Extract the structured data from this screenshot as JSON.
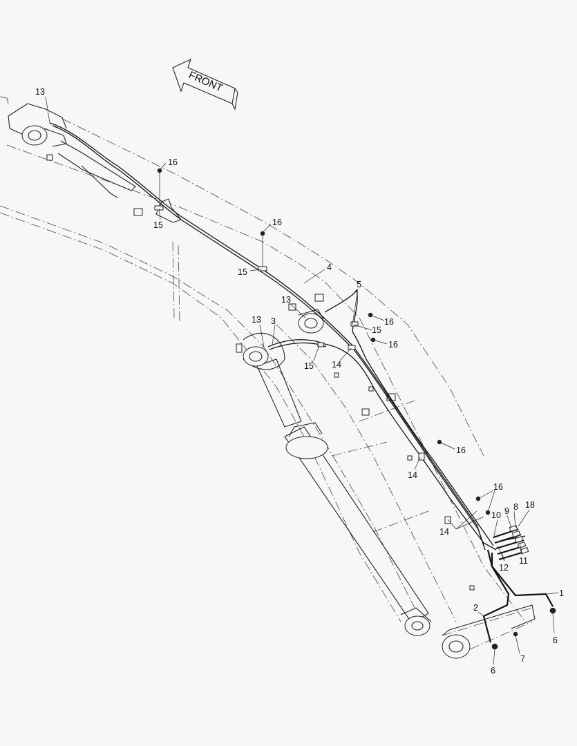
{
  "diagram": {
    "orientation_label": "FRONT",
    "callouts": [
      {
        "id": "c13a",
        "text": "13"
      },
      {
        "id": "c16a",
        "text": "16"
      },
      {
        "id": "c15a",
        "text": "15"
      },
      {
        "id": "c16b",
        "text": "16"
      },
      {
        "id": "c15b",
        "text": "15"
      },
      {
        "id": "c4",
        "text": "4"
      },
      {
        "id": "c5",
        "text": "5"
      },
      {
        "id": "c13b",
        "text": "13"
      },
      {
        "id": "c13c",
        "text": "13"
      },
      {
        "id": "c3",
        "text": "3"
      },
      {
        "id": "c16c",
        "text": "16"
      },
      {
        "id": "c15c",
        "text": "15"
      },
      {
        "id": "c16d",
        "text": "16"
      },
      {
        "id": "c15d",
        "text": "15"
      },
      {
        "id": "c14a",
        "text": "14"
      },
      {
        "id": "c16e",
        "text": "16"
      },
      {
        "id": "c14b",
        "text": "14"
      },
      {
        "id": "c16f",
        "text": "16"
      },
      {
        "id": "c10",
        "text": "10"
      },
      {
        "id": "c9",
        "text": "9"
      },
      {
        "id": "c8",
        "text": "8"
      },
      {
        "id": "c18",
        "text": "18"
      },
      {
        "id": "c14c",
        "text": "14"
      },
      {
        "id": "c12",
        "text": "12"
      },
      {
        "id": "c11",
        "text": "11"
      },
      {
        "id": "c1",
        "text": "1"
      },
      {
        "id": "c2",
        "text": "2"
      },
      {
        "id": "c6a",
        "text": "6"
      },
      {
        "id": "c7",
        "text": "7"
      },
      {
        "id": "c6b",
        "text": "6"
      }
    ]
  }
}
